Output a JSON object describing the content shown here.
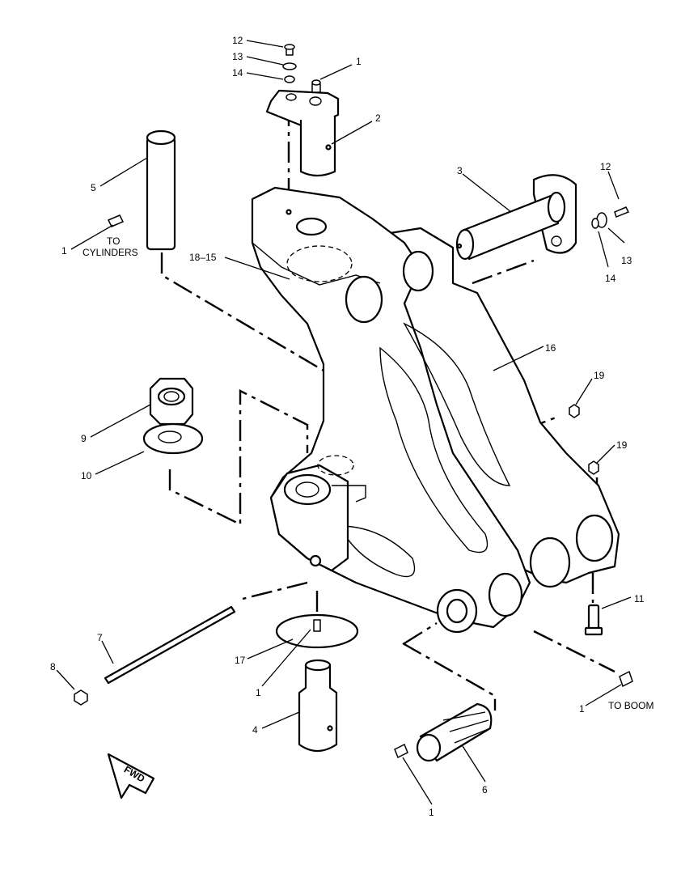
{
  "callouts": [
    {
      "id": "c12a",
      "text": "12"
    },
    {
      "id": "c13a",
      "text": "13"
    },
    {
      "id": "c14a",
      "text": "14"
    },
    {
      "id": "c1a",
      "text": "1"
    },
    {
      "id": "c2",
      "text": "2"
    },
    {
      "id": "c5",
      "text": "5"
    },
    {
      "id": "c1b",
      "text": "1"
    },
    {
      "id": "c3",
      "text": "3"
    },
    {
      "id": "c12b",
      "text": "12"
    },
    {
      "id": "c13b",
      "text": "13"
    },
    {
      "id": "c14b",
      "text": "14"
    },
    {
      "id": "c1815",
      "text": "18–15"
    },
    {
      "id": "c16",
      "text": "16"
    },
    {
      "id": "c19a",
      "text": "19"
    },
    {
      "id": "c19b",
      "text": "19"
    },
    {
      "id": "c9",
      "text": "9"
    },
    {
      "id": "c10",
      "text": "10"
    },
    {
      "id": "c11",
      "text": "11"
    },
    {
      "id": "c7",
      "text": "7"
    },
    {
      "id": "c17",
      "text": "17"
    },
    {
      "id": "c8",
      "text": "8"
    },
    {
      "id": "c1c",
      "text": "1"
    },
    {
      "id": "c1d",
      "text": "1"
    },
    {
      "id": "c4",
      "text": "4"
    },
    {
      "id": "c6",
      "text": "6"
    },
    {
      "id": "c1e",
      "text": "1"
    }
  ],
  "notes": {
    "to_cylinders_line1": "TO",
    "to_cylinders_line2": "CYLINDERS",
    "to_boom": "TO BOOM",
    "fwd": "FWD"
  }
}
